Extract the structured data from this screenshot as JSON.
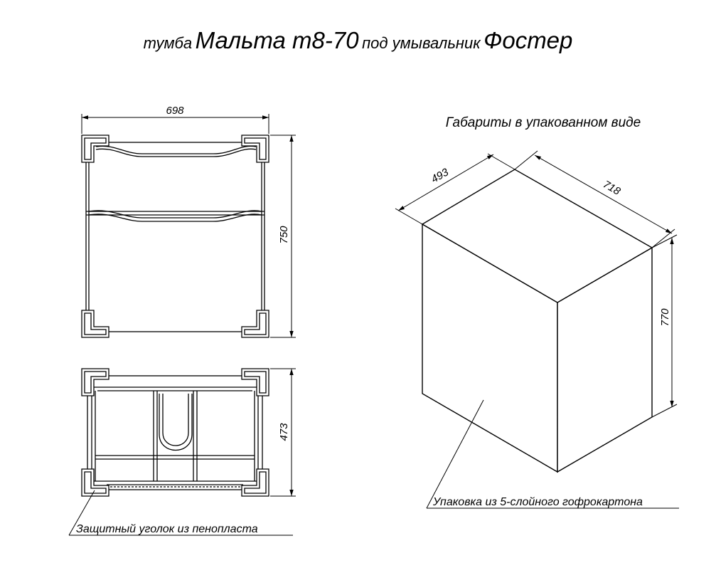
{
  "title": {
    "prefix": "тумба",
    "model": "Мальта т8-70",
    "middle": "под умывальник",
    "basin": "Фостер"
  },
  "front_view": {
    "width_dim": "698",
    "height_dim": "750"
  },
  "top_view": {
    "depth_dim": "473",
    "callout": "Защитный уголок из пенопласта"
  },
  "package": {
    "heading": "Габариты в упакованном виде",
    "depth_dim": "493",
    "width_dim": "718",
    "height_dim": "770",
    "callout": "Упаковка из 5-слойного гофрокартона"
  }
}
